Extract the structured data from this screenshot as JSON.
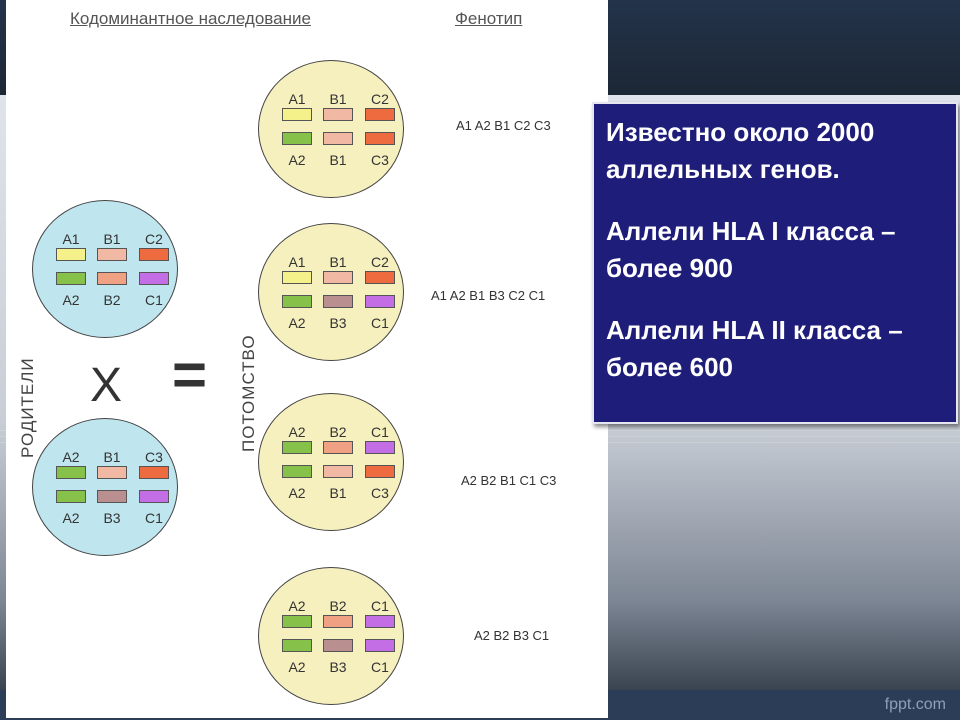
{
  "headings": {
    "main": "Кодоминантное наследование",
    "phenotype": "Фенотип"
  },
  "labels": {
    "parents": "РОДИТЕЛИ",
    "offspring": "ПОТОМСТВО",
    "cross": "X",
    "equals": "="
  },
  "colors": {
    "A1": "#f4f08a",
    "A2": "#86c24a",
    "B1": "#f1b8a4",
    "B2": "#f0a083",
    "B3": "#b98f90",
    "C1": "#c46ee6",
    "C2": "#ee6a3f",
    "C3": "#ee6a3f",
    "parent_circle": "#bfe6ef",
    "child_circle": "#f6f0bf",
    "info_box": "#1e1e7a"
  },
  "parents": [
    {
      "top": [
        "A1",
        "B1",
        "C2"
      ],
      "bottom": [
        "A2",
        "B2",
        "C1"
      ]
    },
    {
      "top": [
        "A2",
        "B1",
        "C3"
      ],
      "bottom": [
        "A2",
        "B3",
        "C1"
      ]
    }
  ],
  "offspring": [
    {
      "top": [
        "A1",
        "B1",
        "C2"
      ],
      "bottom": [
        "A2",
        "B1",
        "C3"
      ],
      "phenotype": "A1 A2 B1 C2 C3"
    },
    {
      "top": [
        "A1",
        "B1",
        "C2"
      ],
      "bottom": [
        "A2",
        "B3",
        "C1"
      ],
      "phenotype": "A1 A2 B1 B3 C2 C1"
    },
    {
      "top": [
        "A2",
        "B2",
        "C1"
      ],
      "bottom": [
        "A2",
        "B1",
        "C3"
      ],
      "phenotype": "A2 B2 B1 C1 C3"
    },
    {
      "top": [
        "A2",
        "B2",
        "C1"
      ],
      "bottom": [
        "A2",
        "B3",
        "C1"
      ],
      "phenotype": "A2 B2 B3 C1"
    }
  ],
  "info": {
    "line1": "Известно около 2000 аллельных генов.",
    "line2": "Аллели HLA I класса – более 900",
    "line3": "Аллели HLA II класса – более 600"
  },
  "watermark": "fppt.com"
}
